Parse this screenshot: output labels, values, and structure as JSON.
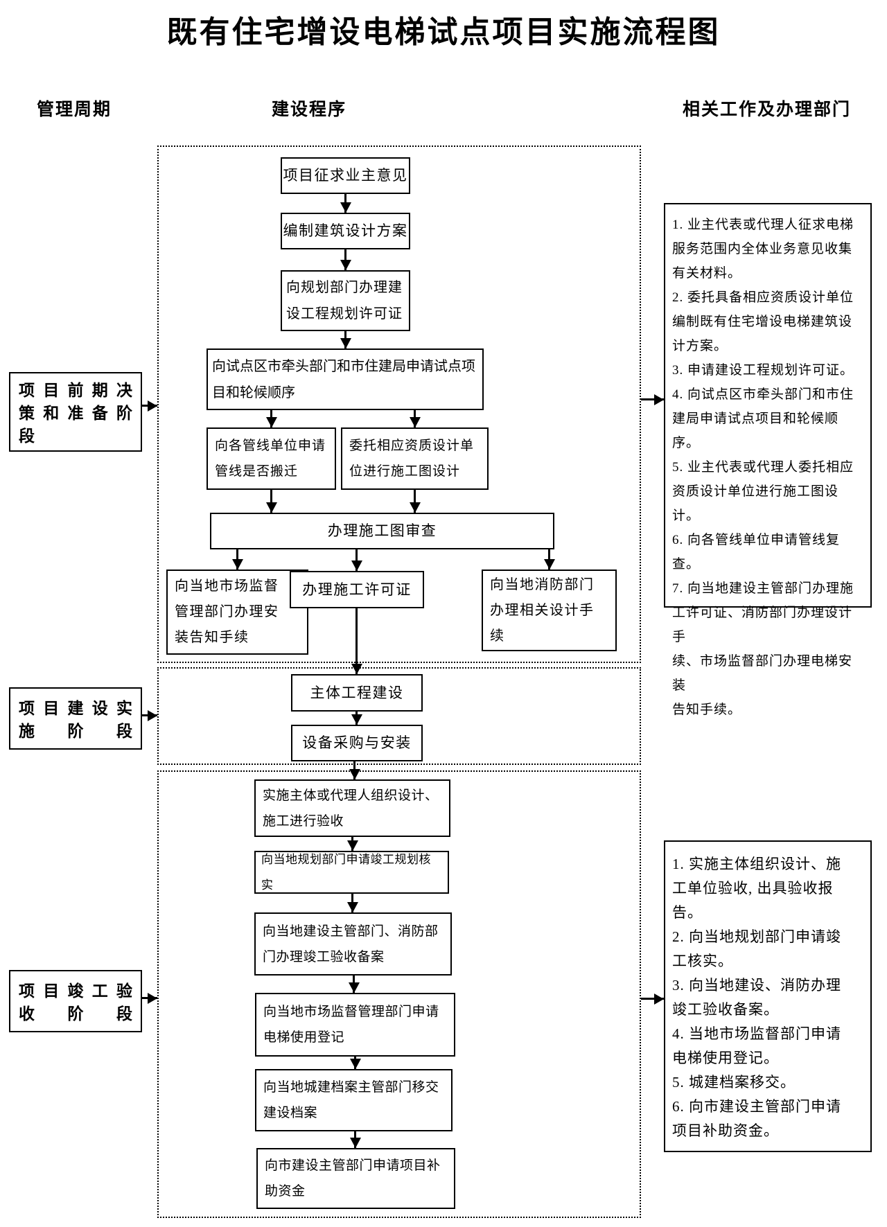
{
  "title": "既有住宅增设电梯试点项目实施流程图",
  "colors": {
    "line": "#000000",
    "background": "#ffffff"
  },
  "columns": {
    "left_header": "管理周期",
    "middle_header": "建设程序",
    "right_header": "相关工作及办理部门"
  },
  "stages": [
    {
      "label": "项目前期决\n策和准备阶\n段"
    },
    {
      "label": "项目建设实\n施阶段"
    },
    {
      "label": "项目竣工验\n收阶段"
    }
  ],
  "flow": {
    "n1": "项目征求业主意见",
    "n2": "编制建筑设计方案",
    "n3": "向规划部门办理建\n设工程规划许可证",
    "n4": "向试点区市牵头部门和市住建局申请试点项\n目和轮候顺序",
    "n5": "向各管线单位申请\n管线是否搬迁",
    "n6": "委托相应资质设计单\n位进行施工图设计",
    "n7": "办理施工图审查",
    "n8": "向当地市场监督\n管理部门办理安\n装告知手续",
    "n9": "办理施工许可证",
    "n10": "向当地消防部门\n办理相关设计手\n续",
    "n11": "主体工程建设",
    "n12": "设备采购与安装",
    "n13": "实施主体或代理人组织设计、\n施工进行验收",
    "n14": "向当地规划部门申请竣工规划核实",
    "n15": "向当地建设主管部门、消防部\n门办理竣工验收备案",
    "n16": "向当地市场监督管理部门申请\n电梯使用登记",
    "n17": "向当地城建档案主管部门移交\n建设档案",
    "n18": "向市建设主管部门申请项目补\n助资金"
  },
  "right_panel": [
    {
      "items": [
        "1. 业主代表或代理人征求电梯\n服务范围内全体业务意见收集\n有关材料。",
        "2. 委托具备相应资质设计单位\n编制既有住宅增设电梯建筑设\n计方案。",
        "3. 申请建设工程规划许可证。",
        "4. 向试点区市牵头部门和市住\n建局申请试点项目和轮候顺序。",
        "5. 业主代表或代理人委托相应\n资质设计单位进行施工图设计。",
        "6. 向各管线单位申请管线复查。",
        "7. 向当地建设主管部门办理施\n工许可证、消防部门办理设计手\n续、市场监督部门办理电梯安装\n告知手续。"
      ]
    },
    {
      "items": [
        "1. 实施主体组织设计、施\n工单位验收, 出具验收报\n告。",
        "2. 向当地规划部门申请竣\n工核实。",
        "3. 向当地建设、消防办理\n竣工验收备案。",
        "4. 当地市场监督部门申请\n电梯使用登记。",
        "5. 城建档案移交。",
        "6. 向市建设主管部门申请\n项目补助资金。"
      ]
    }
  ]
}
